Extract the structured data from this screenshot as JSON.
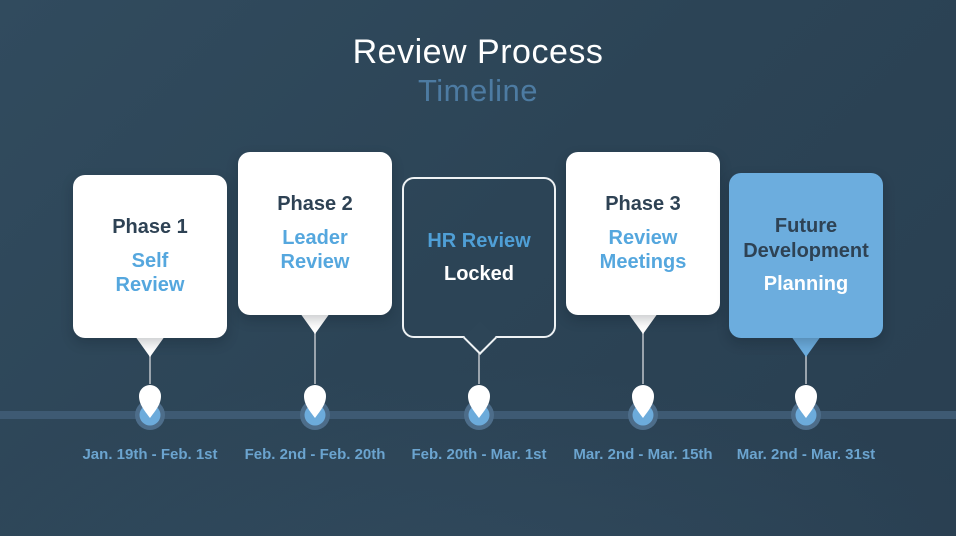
{
  "title": {
    "main": "Review Process",
    "sub": "Timeline"
  },
  "phases": [
    {
      "heading": "Phase 1",
      "subheading": "Self\nReview",
      "date": "Jan. 19th - Feb. 1st",
      "style": "white-card"
    },
    {
      "heading": "Phase 2",
      "subheading": "Leader\nReview",
      "date": "Feb. 2nd - Feb. 20th",
      "style": "white-card"
    },
    {
      "heading": "HR Review",
      "subheading": "Locked",
      "date": "Feb. 20th - Mar. 1st",
      "style": "outlined-card"
    },
    {
      "heading": "Phase 3",
      "subheading": "Review\nMeetings",
      "date": "Mar. 2nd - Mar. 15th",
      "style": "white-card"
    },
    {
      "heading": "Future\nDevelopment",
      "subheading": "Planning",
      "date": "Mar. 2nd - Mar. 31st",
      "style": "accent-card"
    }
  ],
  "icons": {
    "timeline_marker": "map-pin-icon"
  },
  "colors": {
    "background": "#2c4456",
    "timeline_line": "#3e5a73",
    "card_white": "#ffffff",
    "card_accent_blue": "#6cadde",
    "heading_dark": "#2e4254",
    "subheading_blue": "#55a7de",
    "outline_heading_blue": "#4f9fd6",
    "date_text": "#6ba4cf",
    "subtitle_text": "#4d7ba2",
    "pin_ring": "#4d6d8a",
    "pin_inner": "#6cabdb",
    "pin_fill": "#ffffff",
    "connector": "#9aa4ad"
  }
}
